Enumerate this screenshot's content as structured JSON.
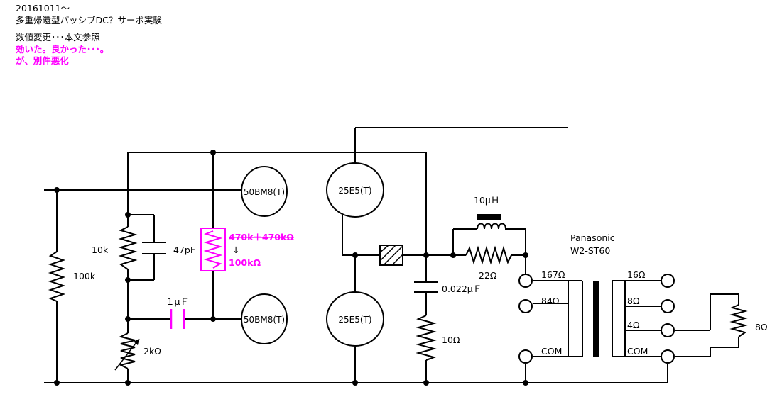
{
  "notes": {
    "date": "20161011～",
    "title": "多重帰還型パッシブDC？サーボ実験",
    "change_note": "数値変更･･･本文参照",
    "result_1": "効いた。良かった･･･。",
    "result_2": "が、別件悪化"
  },
  "components": {
    "r_10k": "10k",
    "c_47pf": "47pF",
    "r_100k": "100k",
    "r_changed_old": "470k＋470kΩ",
    "r_changed_arrow": "↓",
    "r_changed_new": "100kΩ",
    "c_1uf": "１μＦ",
    "vr_2k": "2kΩ",
    "tube_top_left": "50BM8(T)",
    "tube_bottom_left": "50BM8(T)",
    "tube_top_right": "25E5(T)",
    "tube_bottom_right": "25E5(T)",
    "l_10uh": "10μＨ",
    "r_22": "22Ω",
    "c_0022": "0.022μＦ",
    "r_10": "10Ω",
    "r_8": "8Ω"
  },
  "transformer": {
    "brand": "Panasonic",
    "model": "W2-ST60",
    "primary_taps": [
      "167Ω",
      "84Ω",
      "COM"
    ],
    "secondary_taps": [
      "16Ω",
      "8Ω",
      "4Ω",
      "COM"
    ]
  },
  "colors": {
    "highlight": "#ff00ff",
    "wire": "#000000"
  }
}
